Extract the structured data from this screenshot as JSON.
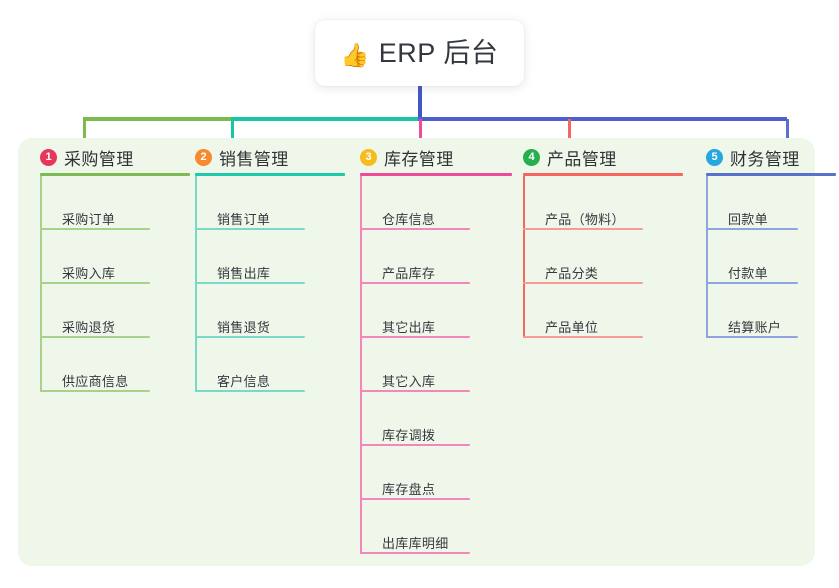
{
  "page": {
    "background": "#ffffff",
    "panel_background": "#eef7e9"
  },
  "root": {
    "emoji": "👍",
    "icon_name": "thumbs-up-icon",
    "title": "ERP 后台"
  },
  "connector": {
    "segments": [
      {
        "name": "bus-green",
        "color": "#79bb4f"
      },
      {
        "name": "bus-teal",
        "color": "#1ac5a3"
      },
      {
        "name": "bus-blue",
        "color": "#4f5fcd"
      }
    ],
    "root_stem_color": "#4256c4"
  },
  "columns": [
    {
      "number": "1",
      "title": "采购管理",
      "badge_color": "#e8365d",
      "rule_color": "#7cba52",
      "leaf_rule_color": "#a8d18a",
      "spine_color": "#a8d18a",
      "leaf_rule_width": 110,
      "items": [
        "采购订单",
        "采购入库",
        "采购退货",
        "供应商信息"
      ]
    },
    {
      "number": "2",
      "title": "销售管理",
      "badge_color": "#f58a2e",
      "rule_color": "#21c9ab",
      "leaf_rule_color": "#79d9c8",
      "spine_color": "#79d9c8",
      "leaf_rule_width": 110,
      "items": [
        "销售订单",
        "销售出库",
        "销售退货",
        "客户信息"
      ]
    },
    {
      "number": "3",
      "title": "库存管理",
      "badge_color": "#f5bc1c",
      "rule_color": "#ef4b9b",
      "leaf_rule_color": "#f486bc",
      "spine_color": "#f486bc",
      "leaf_rule_width": 110,
      "items": [
        "仓库信息",
        "产品库存",
        "其它出库",
        "其它入库",
        "库存调拨",
        "库存盘点",
        "出库库明细"
      ]
    },
    {
      "number": "4",
      "title": "产品管理",
      "badge_color": "#27ae4e",
      "rule_color": "#f4675f",
      "leaf_rule_color": "#f79b94",
      "spine_color": "#f4675f",
      "leaf_rule_width": 120,
      "items": [
        "产品（物料）",
        "产品分类",
        "产品单位"
      ]
    },
    {
      "number": "5",
      "title": "财务管理",
      "badge_color": "#25a7e0",
      "rule_color": "#5871cb",
      "leaf_rule_color": "#8fa3de",
      "spine_color": "#8fa3de",
      "leaf_rule_width": 92,
      "items": [
        "回款单",
        "付款单",
        "结算账户"
      ]
    }
  ]
}
